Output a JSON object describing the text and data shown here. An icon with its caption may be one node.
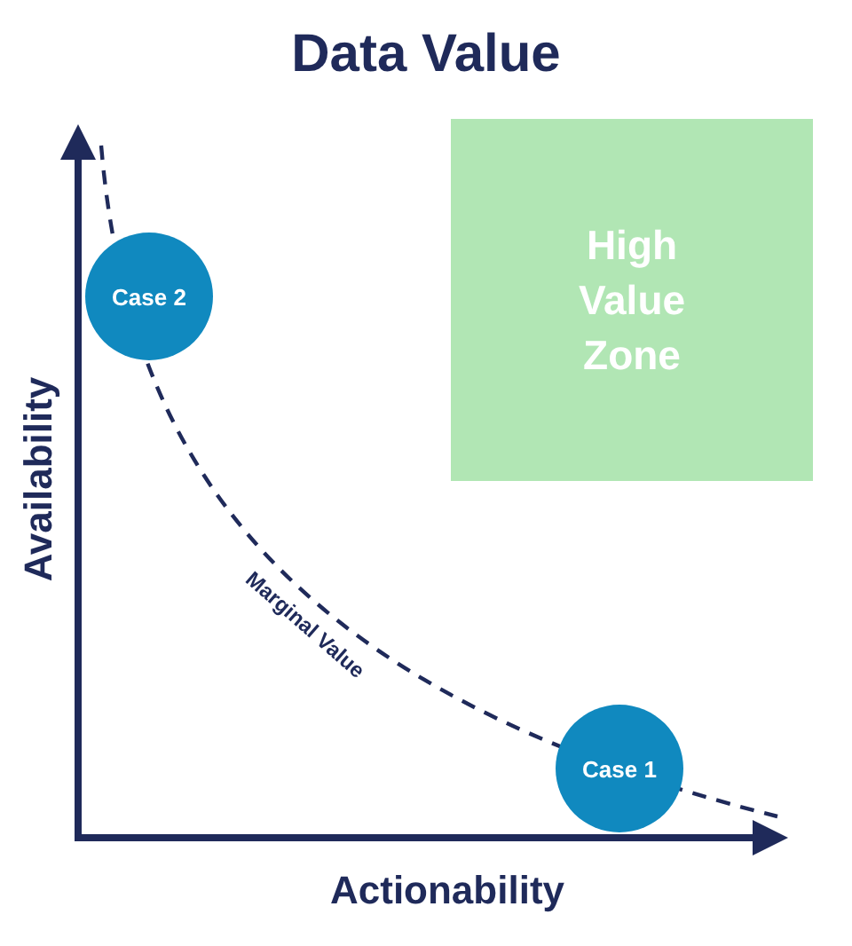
{
  "diagram": {
    "title": "Data Value",
    "nodes": [
      {
        "text": [
          "High Value Zone"
        ]
      },
      {
        "text": [
          "Case 2"
        ]
      },
      {
        "text": [
          "Case 1"
        ]
      }
    ],
    "edges": [],
    "labels": [
      "Availability",
      "Marginal Value",
      "Actionability"
    ]
  }
}
